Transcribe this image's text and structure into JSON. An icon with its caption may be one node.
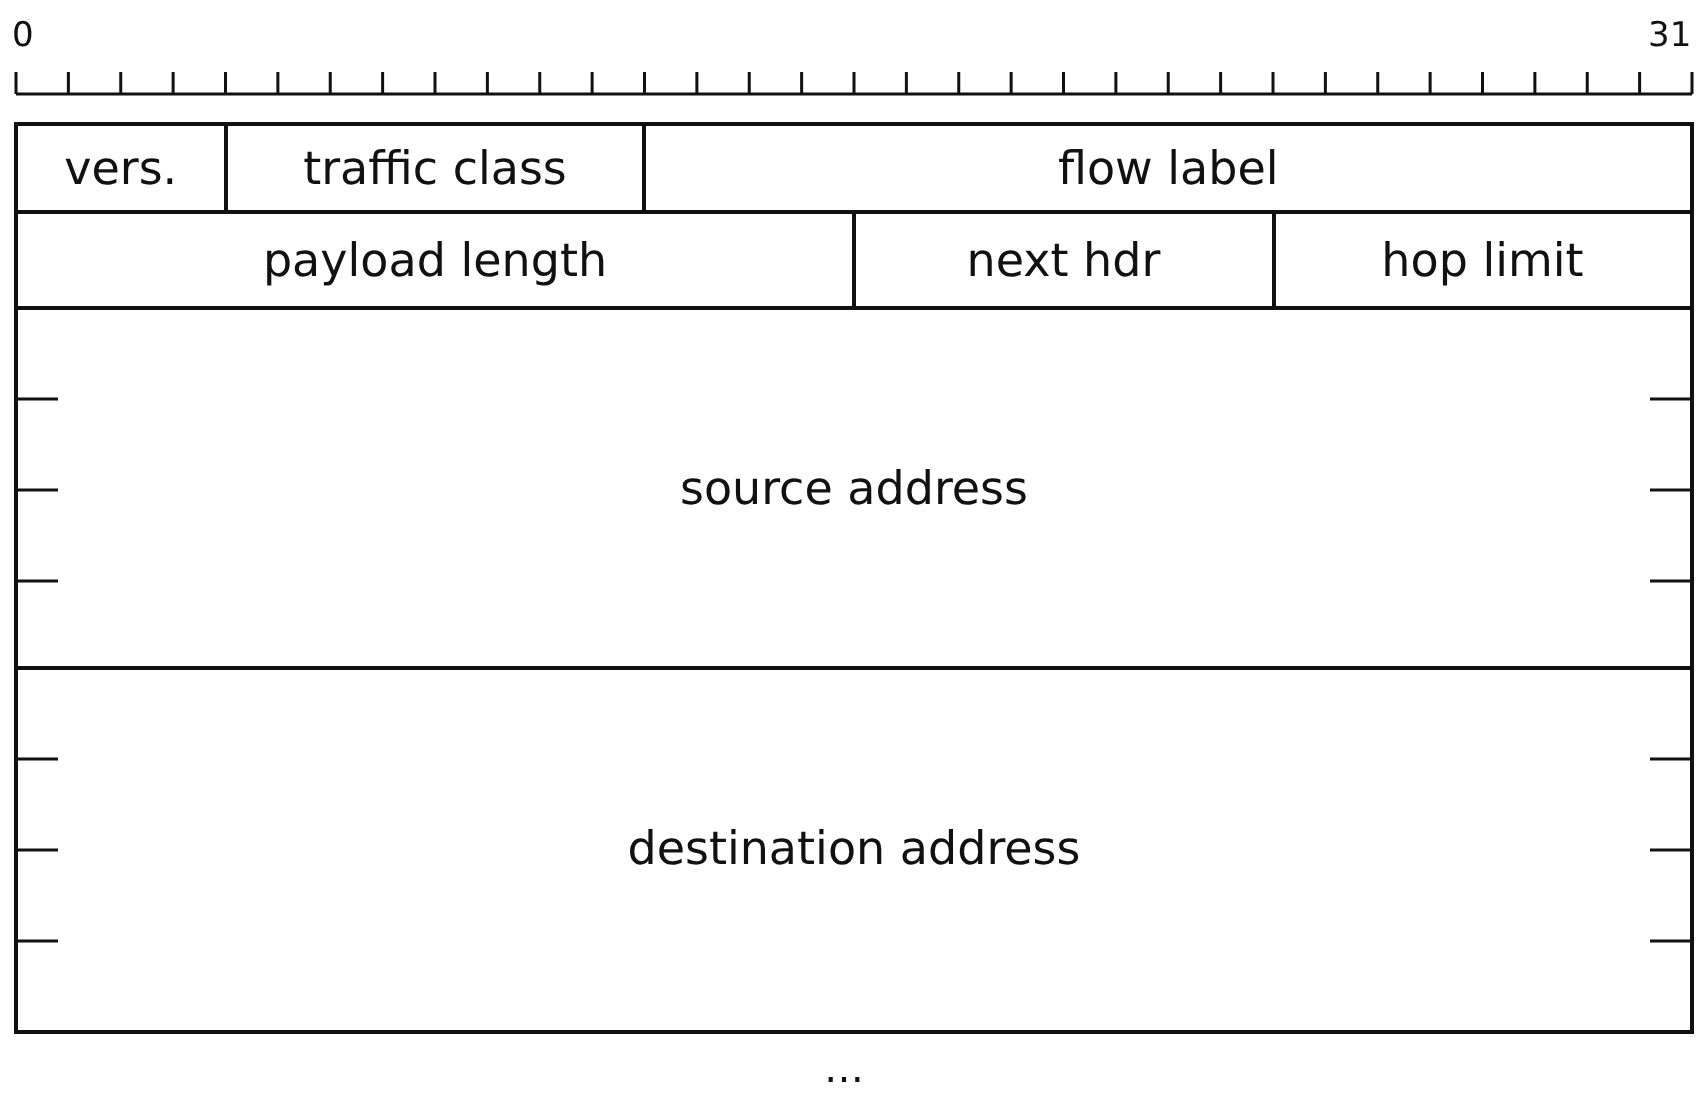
{
  "diagram": {
    "nodes": [
      {
        "text": [
          "vers."
        ]
      },
      {
        "text": [
          "traffic class"
        ]
      },
      {
        "text": [
          "flow label"
        ]
      },
      {
        "text": [
          "payload length"
        ]
      },
      {
        "text": [
          "next hdr"
        ]
      },
      {
        "text": [
          "hop limit"
        ]
      },
      {
        "text": [
          "source address"
        ]
      },
      {
        "text": [
          "destination address"
        ]
      }
    ],
    "labels": [
      "0",
      "31",
      "…"
    ]
  }
}
